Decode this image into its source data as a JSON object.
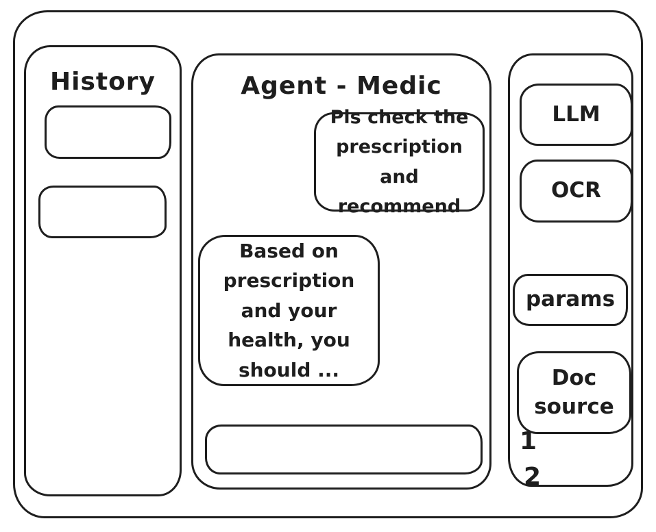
{
  "colors": {
    "ink": "#1e1e1e",
    "background": "#ffffff"
  },
  "history": {
    "title": "History",
    "items": [
      {
        "label": ""
      },
      {
        "label": ""
      }
    ]
  },
  "chat": {
    "title": "Agent - Medic",
    "messages": [
      {
        "role": "user",
        "text": "Pls check the prescription and recommend"
      },
      {
        "role": "assistant",
        "text": "Based on prescription and your health, you should ..."
      }
    ],
    "input": {
      "value": "",
      "placeholder": ""
    }
  },
  "tools": {
    "items": [
      {
        "label": "LLM"
      },
      {
        "label": "OCR"
      },
      {
        "label": "params"
      },
      {
        "label": "Doc source"
      }
    ],
    "doc_items": [
      "1",
      "2"
    ]
  }
}
